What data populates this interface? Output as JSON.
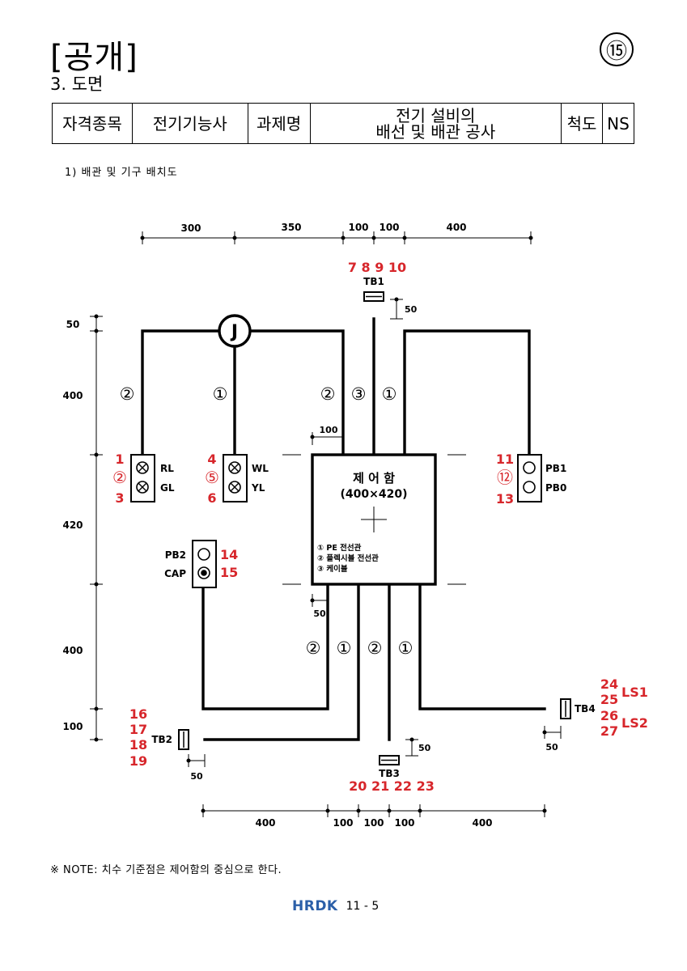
{
  "header": {
    "title": "[공개]",
    "subtitle": "3. 도면",
    "page_badge": "⑮"
  },
  "info_table": {
    "qualification_label": "자격종목",
    "qualification_value": "전기기능사",
    "task_label": "과제명",
    "task_value_line1": "전기 설비의",
    "task_value_line2": "배선 및 배관 공사",
    "scale_label": "척도",
    "scale_value": "NS"
  },
  "section_heading": "1) 배관 및 기구 배치도",
  "diagram": {
    "top_dims": [
      "300",
      "350",
      "100",
      "100",
      "400"
    ],
    "bottom_dims": [
      "400",
      "100",
      "100",
      "100",
      "400"
    ],
    "left_dims": [
      "50",
      "400",
      "420",
      "400",
      "100"
    ],
    "small_dims": {
      "tb1": "50",
      "box_left": "100",
      "box_bottom": "50",
      "tb2": "50",
      "tb3": "50",
      "tb4": "50"
    },
    "junction_label": "J",
    "control_box": {
      "title": "제 어 함",
      "size": "(400×420)",
      "legend": [
        "① PE 전선관",
        "② 플렉시블 전선관",
        "③ 케이블"
      ]
    },
    "conduit_markers": {
      "rl_gl": "②",
      "wl_yl": "①",
      "center_a": "②",
      "center_b": "③",
      "center_c": "①",
      "bottom_a": "②",
      "bottom_b": "①",
      "bottom_c": "②",
      "bottom_d": "①"
    },
    "devices": {
      "rl": "RL",
      "gl": "GL",
      "wl": "WL",
      "yl": "YL",
      "pb1": "PB1",
      "pb0": "PB0",
      "pb2": "PB2",
      "cap": "CAP",
      "tb1": "TB1",
      "tb2": "TB2",
      "tb3": "TB3",
      "tb4": "TB4",
      "ls1": "LS1",
      "ls2": "LS2"
    },
    "terminal_numbers": {
      "tb1_range": "7 8 9 10",
      "rl_top": "1",
      "rl_mid": "②",
      "rl_bot": "3",
      "wl_top": "4",
      "wl_mid": "⑤",
      "wl_bot": "6",
      "pb_top": "11",
      "pb_mid": "⑫",
      "pb_bot": "13",
      "pb2": "14",
      "cap": "15",
      "tb2_a": "16",
      "tb2_b": "17",
      "tb2_c": "18",
      "tb2_d": "19",
      "tb3_range": "20 21 22 23",
      "tb4_a": "24",
      "tb4_b": "25",
      "tb4_c": "26",
      "tb4_d": "27"
    },
    "colors": {
      "line": "#000000",
      "number": "#d7262b"
    }
  },
  "note": "※ NOTE: 치수 기준점은 제어함의 중심으로 한다.",
  "footer": {
    "logo": "HRDK",
    "page_number": "11 - 5"
  }
}
